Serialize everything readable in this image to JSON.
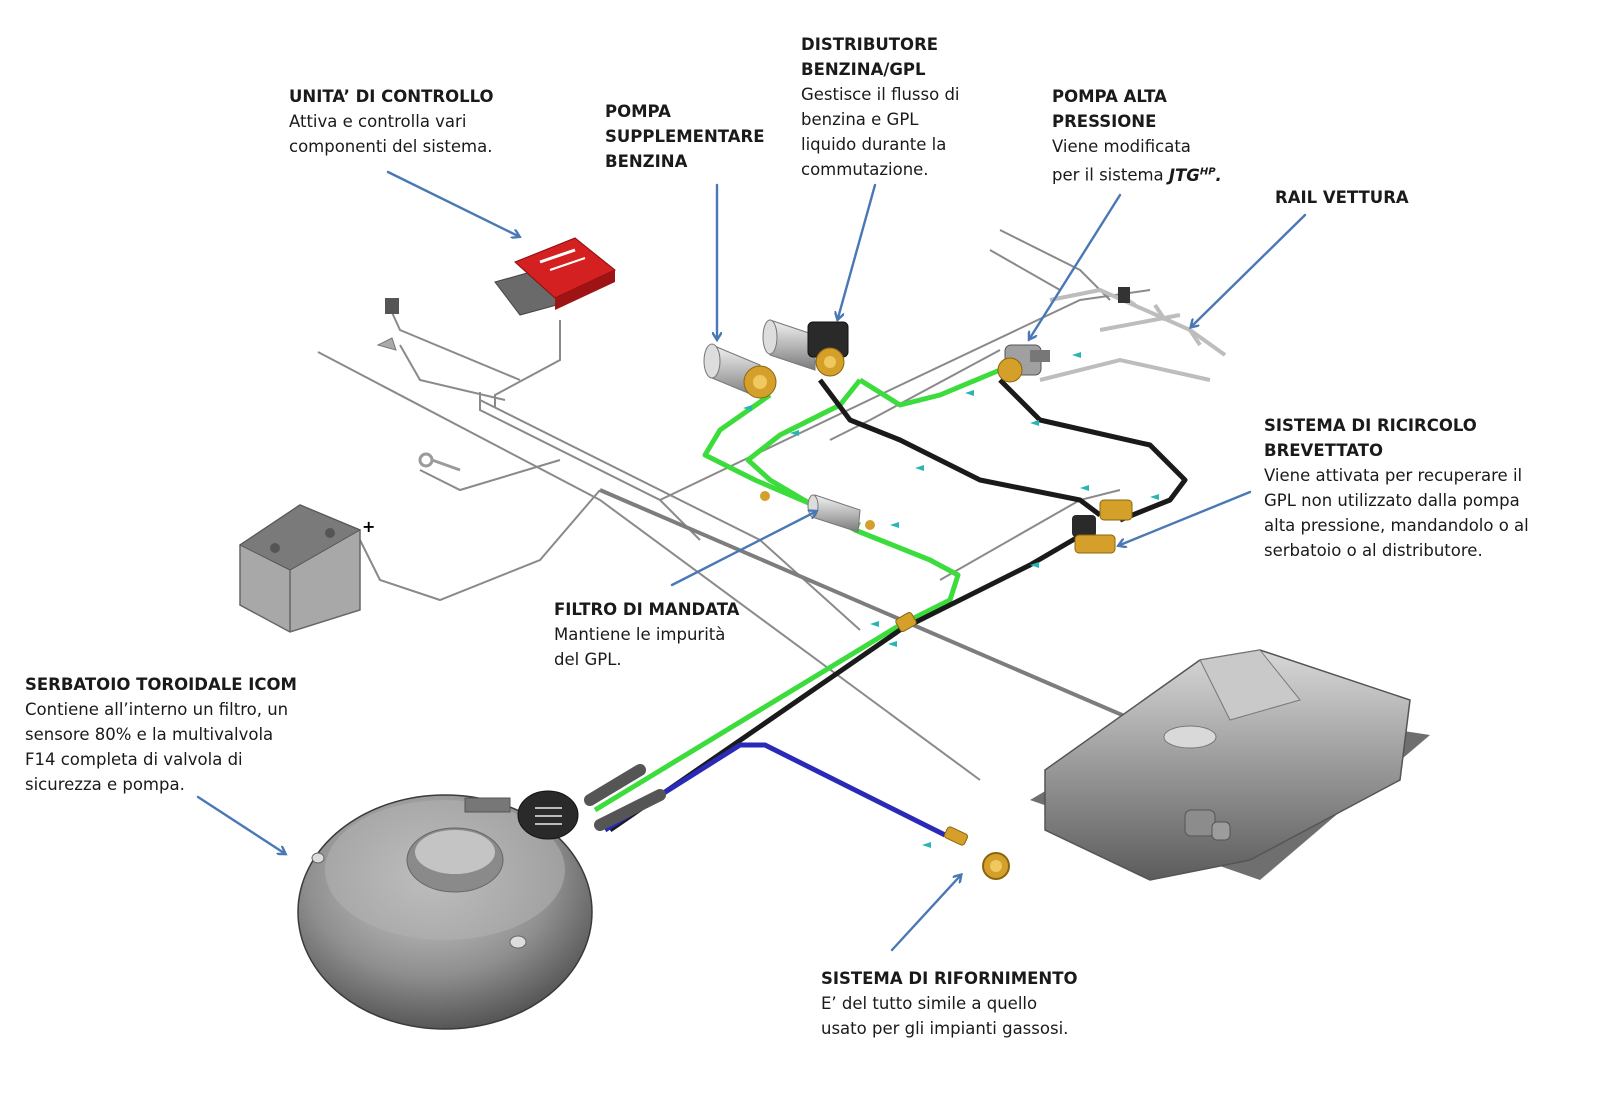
{
  "colors": {
    "arrow": "#4a78b5",
    "gpl_line": "#3ddc3d",
    "return_line": "#1a1a1a",
    "fill_line": "#2a2ab8",
    "ecu": "#d42020",
    "flow_marker": "#2ab5b5",
    "metal": "#a8a8a8"
  },
  "labels": {
    "control_unit": {
      "title": "UNITA’ DI CONTROLLO",
      "desc": [
        "Attiva e controlla vari",
        "componenti del sistema."
      ]
    },
    "supplementary_pump": {
      "title_lines": [
        "POMPA",
        "SUPPLEMENTARE",
        "BENZINA"
      ]
    },
    "distributor": {
      "title_lines": [
        "DISTRIBUTORE",
        "BENZINA/GPL"
      ],
      "desc": [
        "Gestisce il flusso di",
        "benzina e GPL",
        "liquido durante la",
        "commutazione."
      ]
    },
    "high_pressure_pump": {
      "title_lines": [
        "POMPA ALTA",
        "PRESSIONE"
      ],
      "desc_line1": "Viene modificata",
      "desc_line2_prefix": "per il sistema ",
      "brand": "JTG",
      "brand_sup": "HP",
      "desc_line2_suffix": "."
    },
    "rail": {
      "title": "RAIL VETTURA"
    },
    "recirculation": {
      "title_lines": [
        "SISTEMA DI  RICIRCOLO",
        "BREVETTATO"
      ],
      "desc": [
        "Viene attivata per recuperare il",
        "GPL non utilizzato dalla pompa",
        "alta pressione, mandandolo o al",
        "serbatoio o al distributore."
      ]
    },
    "delivery_filter": {
      "title": "FILTRO DI MANDATA",
      "desc": [
        "Mantiene le impurità",
        "del GPL."
      ]
    },
    "toroidal_tank": {
      "title": "SERBATOIO TOROIDALE ICOM",
      "desc": [
        "Contiene all’interno un filtro, un",
        "sensore 80% e la multivalvola",
        "F14 completa di valvola di",
        "sicurezza e pompa."
      ]
    },
    "refueling": {
      "title": "SISTEMA DI RIFORNIMENTO",
      "desc": [
        "E’ del tutto simile a quello",
        "usato per gli impianti gassosi."
      ]
    },
    "battery_polarity": "+"
  }
}
